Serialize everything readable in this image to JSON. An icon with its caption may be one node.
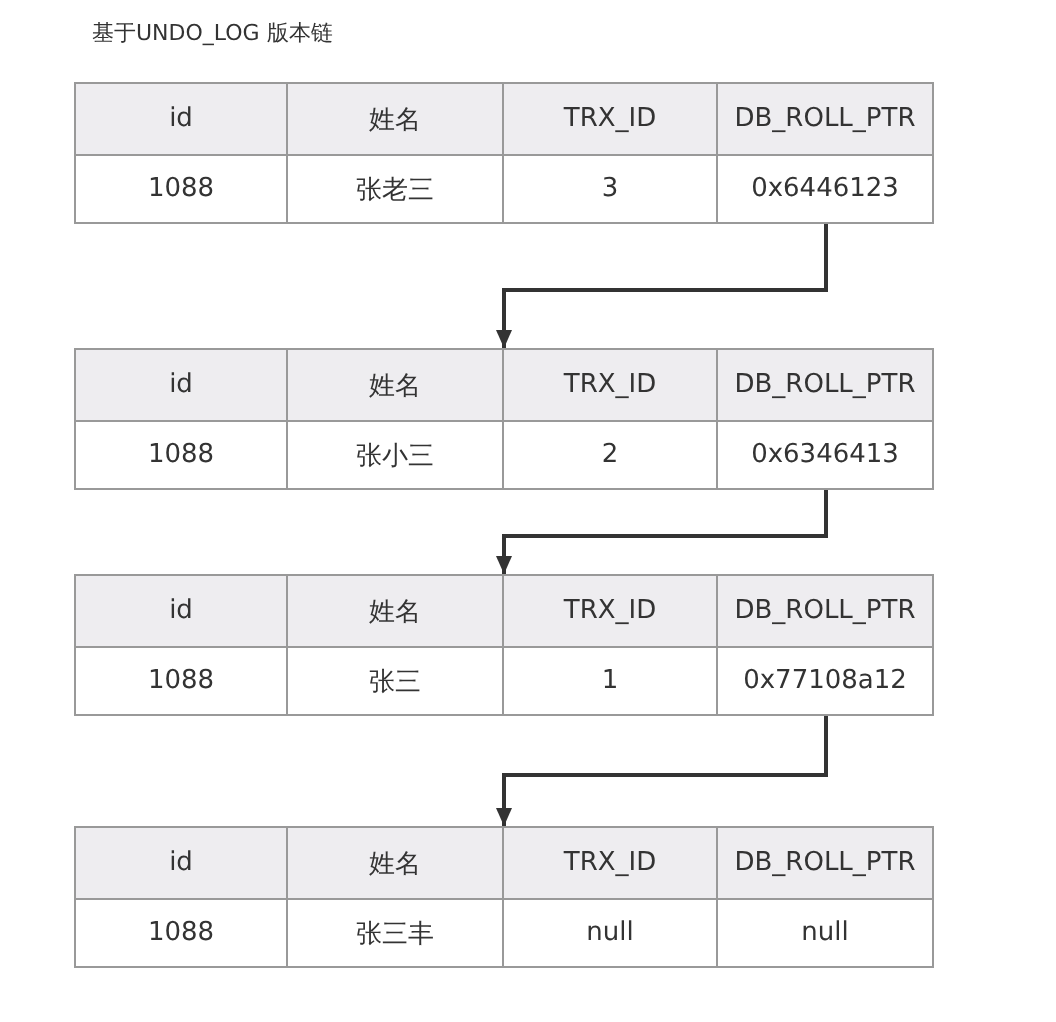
{
  "diagram": {
    "title": "基于UNDO_LOG 版本链",
    "nodes": [
      {
        "text": [
          "id",
          "姓名",
          "TRX_ID",
          "DB_ROLL_PTR",
          "1088",
          "张老三",
          "3"
        ]
      },
      {
        "text": [
          "0x6446123"
        ],
        "in": 0
      },
      {
        "text": [
          "id",
          "姓名",
          "TRX_ID",
          "DB_ROLL_PTR",
          "1088",
          "张小三",
          "2"
        ]
      },
      {
        "text": [
          "0x6346413"
        ],
        "in": 2
      },
      {
        "text": [
          "id",
          "姓名",
          "TRX_ID",
          "DB_ROLL_PTR",
          "1088",
          "张三",
          "1"
        ]
      },
      {
        "text": [
          "0x77108a12"
        ],
        "in": 4
      },
      {
        "text": [
          "id",
          "姓名",
          "TRX_ID",
          "DB_ROLL_PTR",
          "1088",
          "张三丰",
          "null"
        ]
      },
      {
        "text": [
          "null"
        ],
        "in": 6
      }
    ],
    "edges": [
      {
        "from": 1,
        "to": 2,
        "arrow": "to"
      },
      {
        "from": 3,
        "to": 4,
        "arrow": "to"
      },
      {
        "from": 5,
        "to": 6,
        "arrow": "to"
      }
    ]
  }
}
